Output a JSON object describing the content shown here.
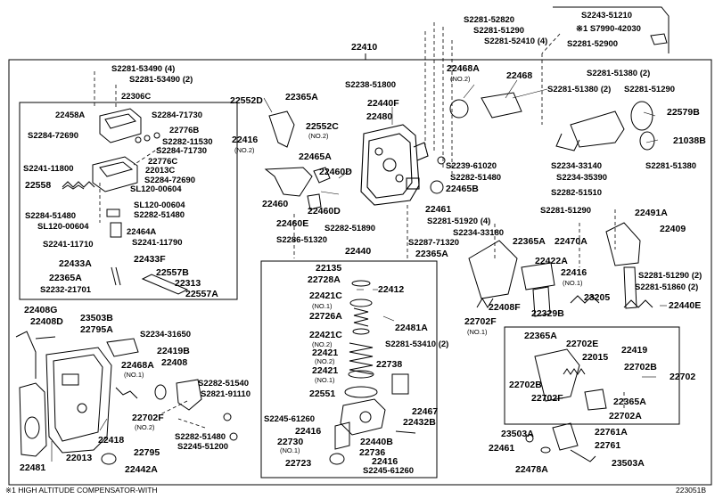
{
  "title_part_number": "22410",
  "footer": {
    "note": "※1 HIGH ALTITUDE COMPENSATOR-WITH",
    "diagram_id": "223051B"
  },
  "notes": {
    "no1": "(NO.1)",
    "no2": "(NO.2)"
  },
  "labels": {
    "l_s2243_51210": "S2243-51210",
    "l_s17990_42030": "※1 S7990-42030",
    "l_s2281_52820": "S2281-52820",
    "l_s2281_51290_top": "S2281-51290",
    "l_s2281_52410": "S2281-52410 (4)",
    "l_s2281_52900": "S2281-52900",
    "l_22410": "22410",
    "l_s2281_53490_4": "S2281-53490 (4)",
    "l_s2281_53490_2": "S2281-53490 (2)",
    "l_22306c": "22306C",
    "l_22458a": "22458A",
    "l_s2284_71730": "S2284-71730",
    "l_s2284_72690": "S2284-72690",
    "l_22776b": "22776B",
    "l_s2282_11530": "S2282-11530",
    "l_s2284_71730b": "S2284-71730",
    "l_22776c": "22776C",
    "l_s2241_11800": "S2241-11800",
    "l_22013c": "22013C",
    "l_s2284_72690b": "S2284-72690",
    "l_22558": "22558",
    "l_sl120_00604": "SL120-00604",
    "l_s2284_51480": "S2284-51480",
    "l_sl120_00604b": "SL120-00604",
    "l_sl120_00604c": "SL120-00604",
    "l_s2282_51480": "S2282-51480",
    "l_22464a": "22464A",
    "l_s2241_11710": "S2241-11710",
    "l_s2241_11790": "S2241-11790",
    "l_22433a": "22433A",
    "l_22433f": "22433F",
    "l_22365a_left": "22365A",
    "l_22557b": "22557B",
    "l_s2232_21701": "S2232-21701",
    "l_22313": "22313",
    "l_22557a": "22557A",
    "l_s2238_51800": "S2238-51800",
    "l_22552d": "22552D",
    "l_22365a_top": "22365A",
    "l_22440f": "22440F",
    "l_22480": "22480",
    "l_22552c": "22552C",
    "l_22416_top": "22416",
    "l_22465a": "22465A",
    "l_22460d": "22460D",
    "l_22460": "22460",
    "l_22460d_b": "22460D",
    "l_22460e": "22460E",
    "l_s2282_51890": "S2282-51890",
    "l_s2286_51320": "S2286-51320",
    "l_22468a": "22468A",
    "l_22468": "22468",
    "l_s2281_51380_2a": "S2281-51380 (2)",
    "l_s2281_51380_2b": "S2281-51380 (2)",
    "l_s2281_51290_r": "S2281-51290",
    "l_22579b": "22579B",
    "l_21038b": "21038B",
    "l_s2234_33140": "S2234-33140",
    "l_s2281_51380": "S2281-51380",
    "l_s2234_35390": "S2234-35390",
    "l_s2282_51510": "S2282-51510",
    "l_s2239_61020": "S2239-61020",
    "l_s2282_51480_b": "S2282-51480",
    "l_22465b": "22465B",
    "l_22461": "22461",
    "l_s2281_51920_4": "S2281-51920 (4)",
    "l_s2234_33180": "S2234-33180",
    "l_s2287_71320": "S2287-71320",
    "l_22365a_mid": "22365A",
    "l_22365a_mid2": "22365A",
    "l_22422a": "22422A",
    "l_22416_mid": "22416",
    "l_22408f": "22408F",
    "l_22329b": "22329B",
    "l_22702f_n1": "22702F",
    "l_s2281_51290_b": "S2281-51290",
    "l_22491a": "22491A",
    "l_22409": "22409",
    "l_22470a": "22470A",
    "l_s2281_51290_2": "S2281-51290 (2)",
    "l_s2281_51860_2": "S2281-51860 (2)",
    "l_23205": "23205",
    "l_22440e": "22440E",
    "l_22440": "22440",
    "l_22135": "22135",
    "l_22728a": "22728A",
    "l_22412": "22412",
    "l_22421c_1": "22421C",
    "l_22726a": "22726A",
    "l_22481a": "22481A",
    "l_22421c_2": "22421C",
    "l_s2281_53410": "S2281-53410 (2)",
    "l_22421_2": "22421",
    "l_22738": "22738",
    "l_22421_1": "22421",
    "l_22551": "22551",
    "l_22467": "22467",
    "l_s2245_61260": "S2245-61260",
    "l_22432b": "22432B",
    "l_22416_b": "22416",
    "l_22730": "22730",
    "l_22440b": "22440B",
    "l_22736": "22736",
    "l_22723": "22723",
    "l_22416_c": "22416",
    "l_s2245_61260_b": "S2245-61260",
    "l_22408g": "22408G",
    "l_22408d": "22408D",
    "l_23503b": "23503B",
    "l_22795a": "22795A",
    "l_s2234_31650": "S2234-31650",
    "l_22468a_b": "22468A",
    "l_22419b": "22419B",
    "l_22408": "22408",
    "l_s2282_51540": "S2282-51540",
    "l_s2821_91110": "S2821-91110",
    "l_22702f_n2": "22702F",
    "l_s2282_51480_c": "S2282-51480",
    "l_s2245_51200": "S2245-51200",
    "l_22418": "22418",
    "l_22795": "22795",
    "l_22013": "22013",
    "l_22481": "22481",
    "l_22442a": "22442A",
    "l_22365a_r": "22365A",
    "l_22702e": "22702E",
    "l_22419": "22419",
    "l_22015": "22015",
    "l_22702b_r": "22702B",
    "l_22702": "22702",
    "l_22702b_l": "22702B",
    "l_22702f_r": "22702F",
    "l_22365a_r2": "22365A",
    "l_22702a": "22702A",
    "l_23503a_l": "23503A",
    "l_22761a": "22761A",
    "l_22461_b": "22461",
    "l_22761": "22761",
    "l_22478a": "22478A",
    "l_23503a_r": "23503A"
  }
}
